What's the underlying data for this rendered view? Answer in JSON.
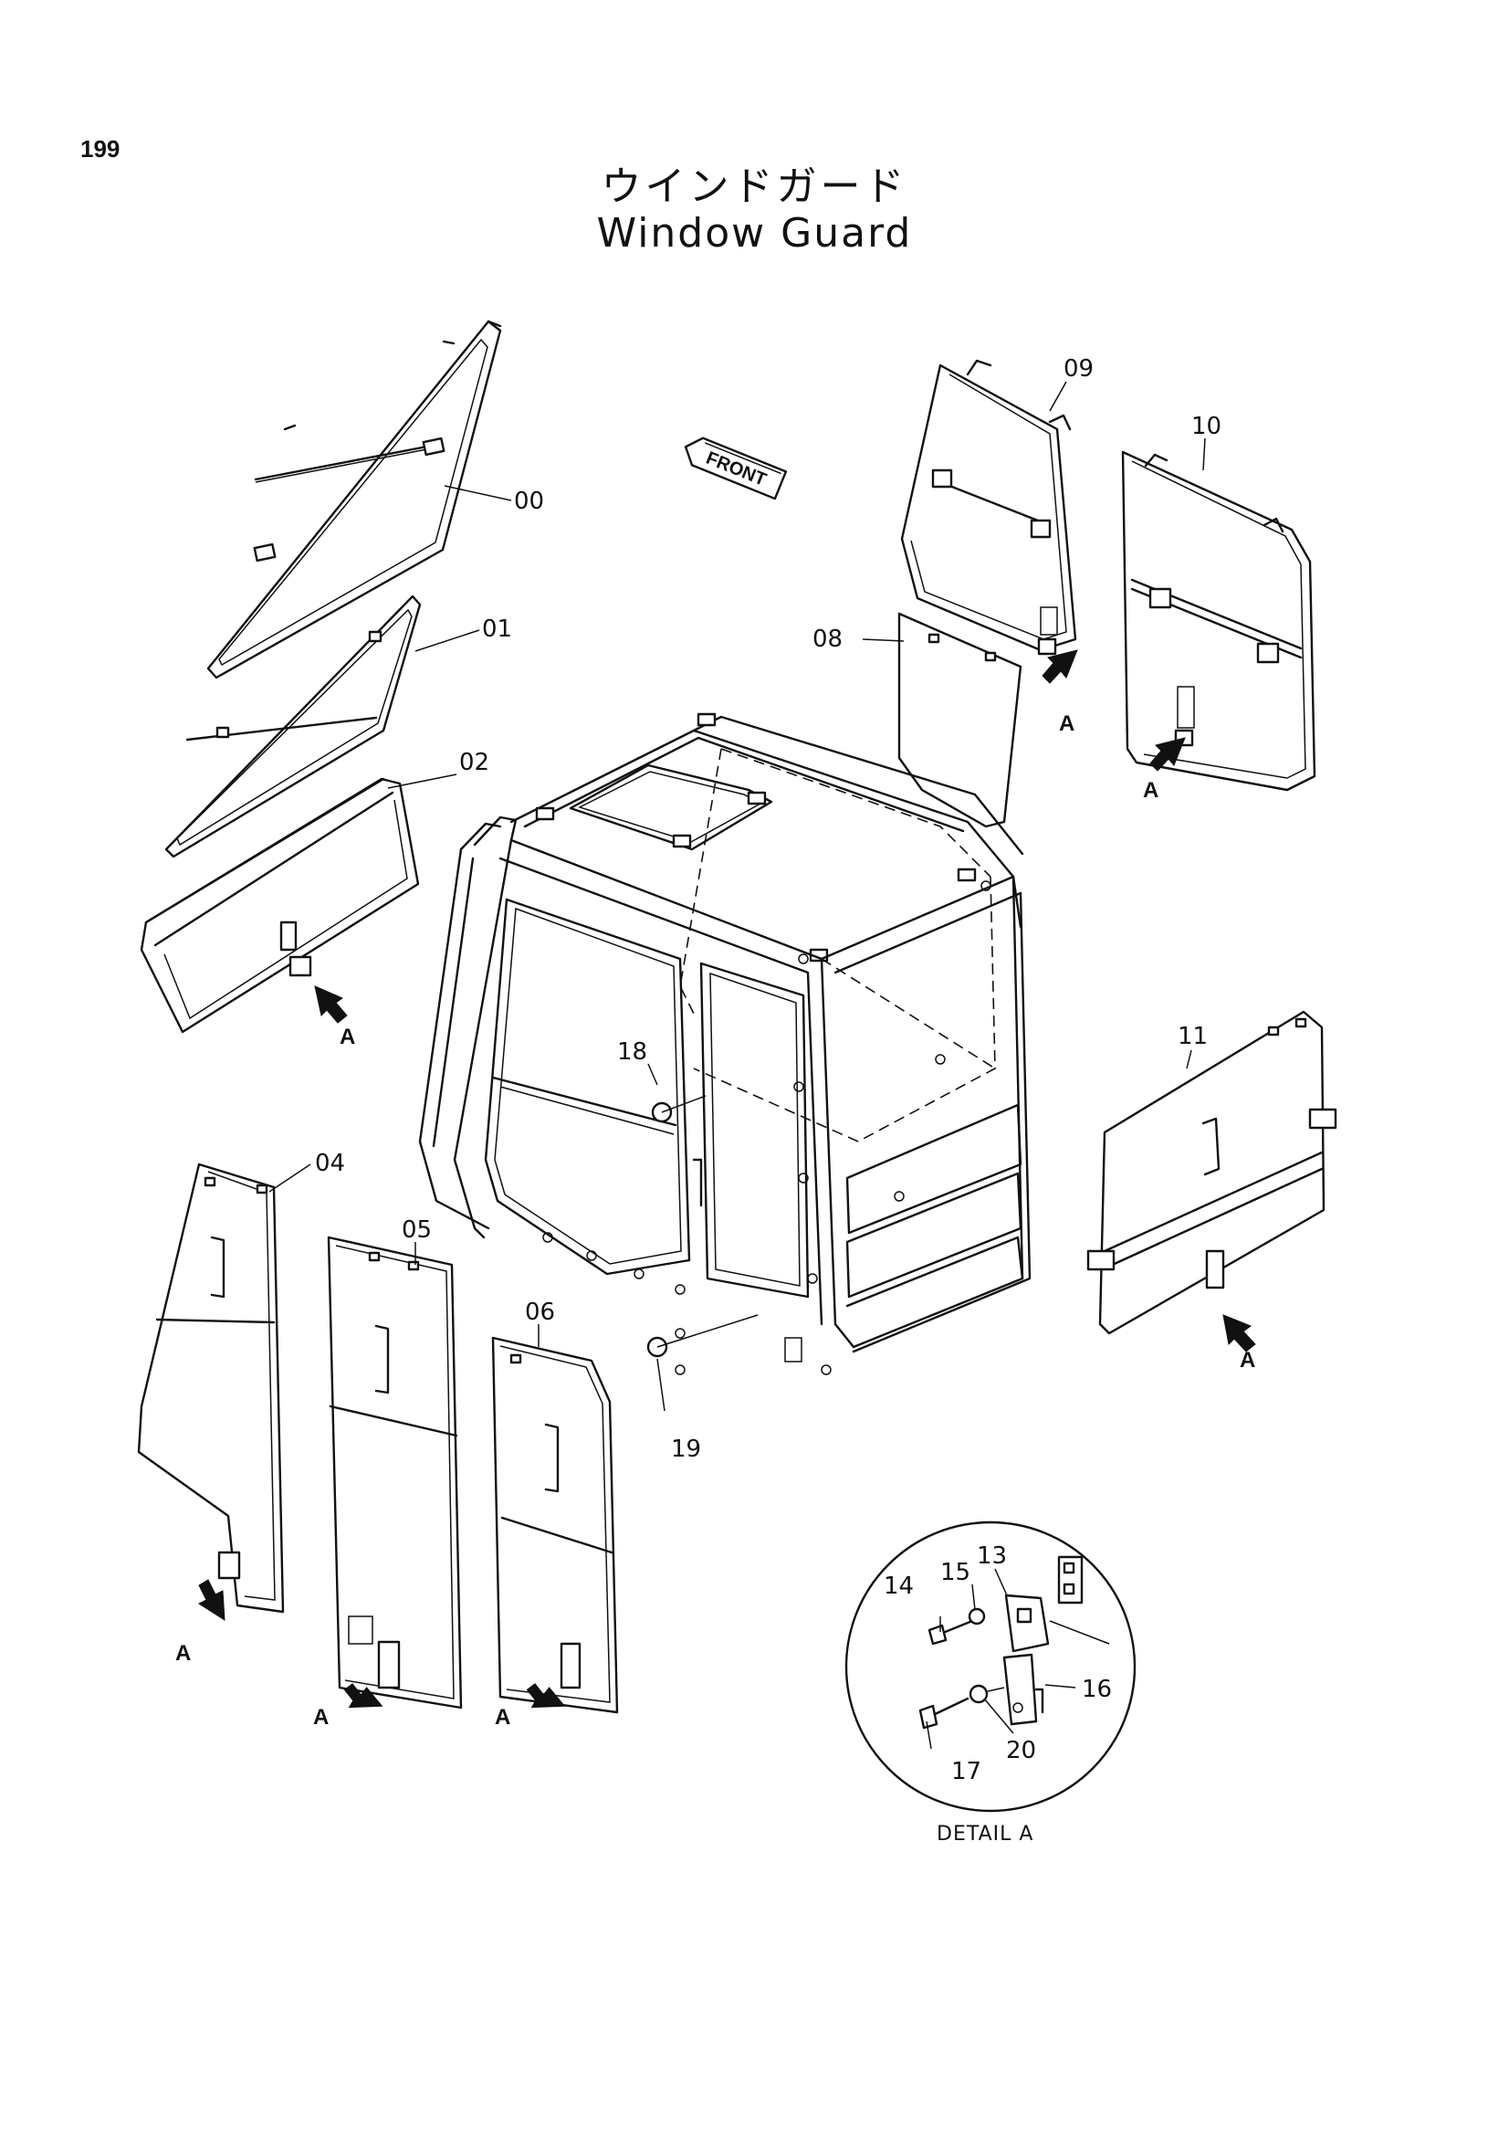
{
  "page": {
    "number": "199",
    "title_ja": "ウインドガード",
    "title_en": "Window Guard",
    "front_marker": "FRONT",
    "detail_caption": "DETAIL A"
  },
  "callouts": {
    "p00": "00",
    "p01": "01",
    "p02": "02",
    "p04": "04",
    "p05": "05",
    "p06": "06",
    "p08": "08",
    "p09": "09",
    "p10": "10",
    "p11": "11",
    "p13": "13",
    "p14": "14",
    "p15": "15",
    "p16": "16",
    "p17": "17",
    "p18": "18",
    "p19": "19",
    "p20": "20"
  },
  "detail_marker": "A"
}
